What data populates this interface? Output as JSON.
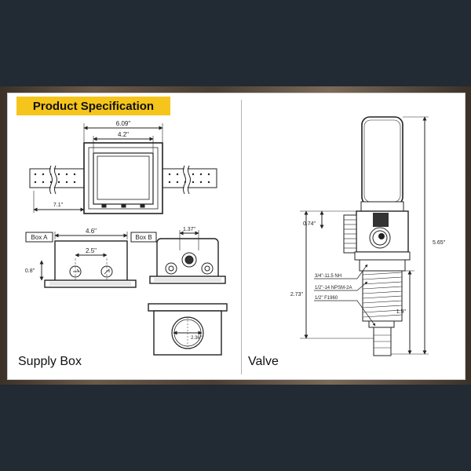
{
  "banner": {
    "title": "Product Specification"
  },
  "colors": {
    "banner": "#f5c51c",
    "panel": "#ffffff",
    "line": "#222222",
    "frame": "#222a33"
  },
  "supply_box": {
    "caption": "Supply Box",
    "dims": {
      "width_outer": "6.09\"",
      "width_inner": "4.2\"",
      "stud_offset": "7.1\""
    },
    "box_a": {
      "label": "Box A",
      "width": "4.6\"",
      "spacing": "2.5\"",
      "height": "0.8\""
    },
    "box_b": {
      "label": "Box B",
      "spacing": "1.37\"",
      "diameter": "2.36\""
    }
  },
  "valve": {
    "caption": "Valve",
    "dims": {
      "top": "0.74\"",
      "total": "5.65\"",
      "lower": "2.73\"",
      "bottom": "1.9\""
    },
    "callouts": [
      "3/4\"-11.5 NH",
      "1/2\"-14 NPSM-2A",
      "1/2\" F1960"
    ]
  }
}
